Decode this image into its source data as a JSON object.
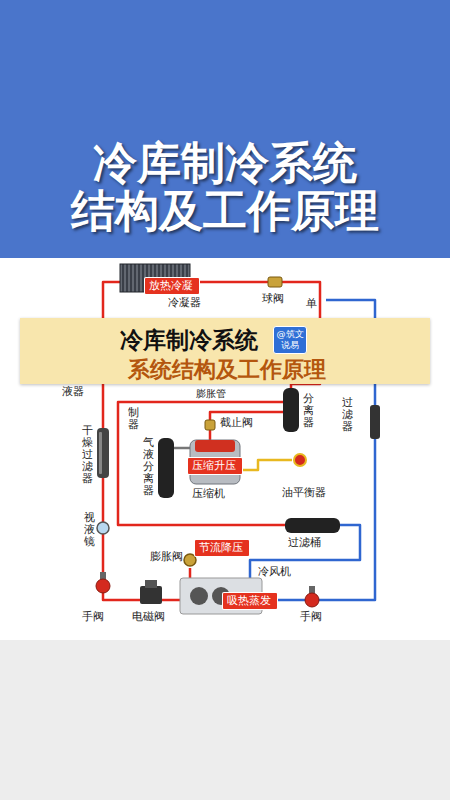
{
  "diagram": {
    "title": "冷库制冷系统 结构及工作原理",
    "nodes": [
      {
        "text": [
          "放热冷凝"
        ]
      },
      {
        "text": [
          "冷库制冷系统",
          "系统结构及工作原理"
        ]
      },
      {
        "text": [
          "@筑文 说易"
        ],
        "in": 1
      },
      {
        "text": [
          "压缩升压"
        ]
      },
      {
        "text": [
          "节流降压"
        ]
      },
      {
        "text": [
          "吸热蒸发"
        ]
      }
    ],
    "labels": [
      "冷凝器",
      "球阀",
      "单",
      "液器",
      "制器",
      "膨胀管",
      "截止阀",
      "分离器",
      "过滤器",
      "干燥过滤器",
      "气液分离器",
      "压缩机",
      "油平衡器",
      "视液镜",
      "过滤桶",
      "膨胀阀",
      "冷风机",
      "手阀",
      "电磁阀",
      "手阀"
    ]
  }
}
